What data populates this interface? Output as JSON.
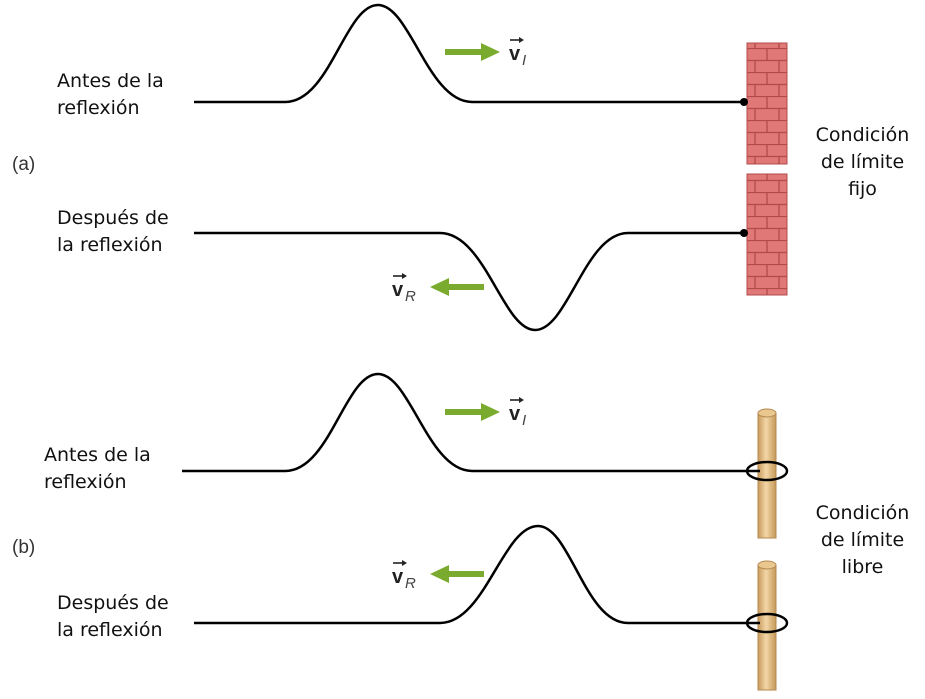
{
  "panel_a": {
    "tag": "(a)",
    "before_line1": "Antes de la",
    "before_line2": "reflexión",
    "after_line1": "Después de",
    "after_line2": "la reflexión",
    "condition_line1": "Condición",
    "condition_line2": "de límite",
    "condition_line3": "fijo",
    "v_incident": "v",
    "v_incident_sub": "I",
    "v_reflected": "v",
    "v_reflected_sub": "R"
  },
  "panel_b": {
    "tag": "(b)",
    "before_line1": "Antes de la",
    "before_line2": "reflexión",
    "after_line1": "Después de",
    "after_line2": "la reflexión",
    "condition_line1": "Condición",
    "condition_line2": "de límite",
    "condition_line3": "libre",
    "v_incident": "v",
    "v_incident_sub": "I",
    "v_reflected": "v",
    "v_reflected_sub": "R"
  },
  "colors": {
    "arrow": "#7aab2e",
    "brick": "#e07878",
    "mortar": "#b24a4a",
    "post": "#dcb47a",
    "rope": "#000000"
  }
}
